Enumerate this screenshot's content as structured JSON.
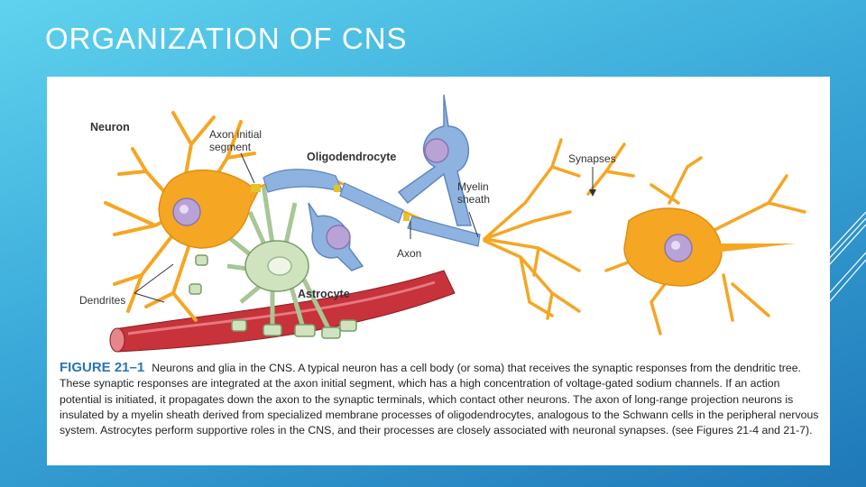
{
  "slide": {
    "title": "ORGANIZATION OF CNS"
  },
  "figure": {
    "labels": {
      "neuron": "Neuron",
      "axon_initial_segment_1": "Axon initial",
      "axon_initial_segment_2": "segment",
      "oligodendrocyte": "Oligodendrocyte",
      "myelin_sheath_1": "Myelin",
      "myelin_sheath_2": "sheath",
      "synapses": "Synapses",
      "axon": "Axon",
      "dendrites": "Dendrites",
      "astrocyte": "Astrocyte"
    },
    "caption": {
      "label": "FIGURE 21–1",
      "text": "Neurons and glia in the CNS. A typical neuron has a cell body (or soma) that receives the synaptic responses from the dendritic tree. These synaptic responses are integrated at the axon initial segment, which has a high concentration of voltage-gated sodium channels. If an action potential is initiated, it propagates down the axon to the synaptic terminals, which contact other neurons. The axon of long-range projection neurons is insulated by a myelin sheath derived from specialized membrane processes of oligodendrocytes, analogous to the Schwann cells in the peripheral nervous system. Astrocytes perform supportive roles in the CNS, and their processes are closely associated with neuronal synapses. (see Figures 21-4 and 21-7)."
    }
  },
  "colors": {
    "background_top": "#5fd3ee",
    "background_bottom": "#1f78b8",
    "neuron": "#f5a623",
    "oligodendrocyte": "#8fb3e0",
    "astrocyte": "#cfe3bf",
    "blood_vessel": "#c8323a",
    "nucleus": "#b9a3d6",
    "caption_label": "#2a75b5"
  }
}
